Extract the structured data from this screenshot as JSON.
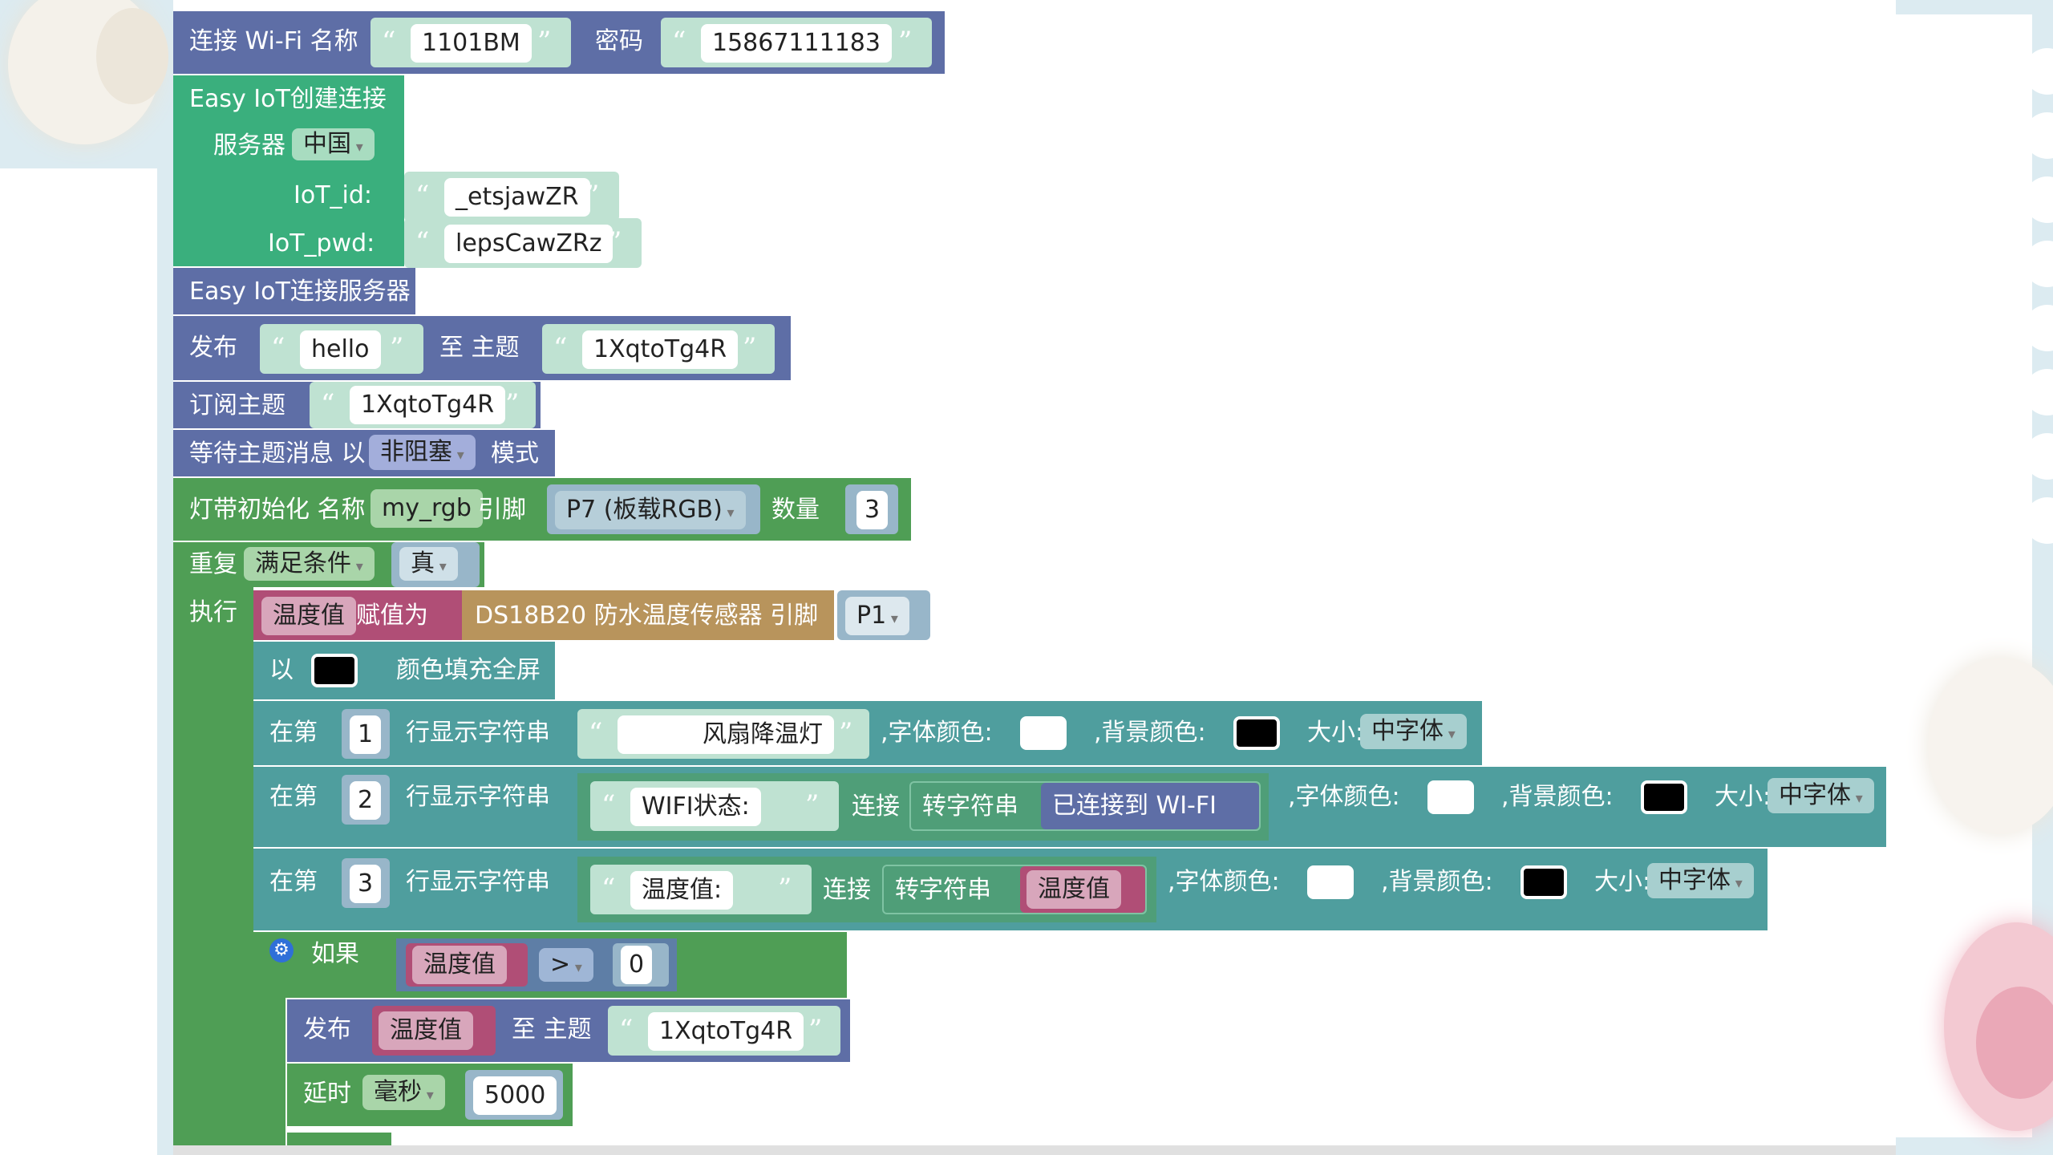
{
  "blocks": {
    "wifi": {
      "label": "连接 Wi-Fi 名称",
      "ssid": "1101BM",
      "pwd_label": "密码",
      "pwd": "15867111183"
    },
    "iot_create": {
      "title": "Easy IoT创建连接",
      "server_label": "服务器",
      "server": "中国",
      "id_label": "IoT_id:",
      "id": "_etsjawZR",
      "pwd_label": "IoT_pwd:",
      "pwd": "lepsCawZRz"
    },
    "iot_connect": {
      "label": "Easy IoT连接服务器"
    },
    "publish1": {
      "label": "发布",
      "msg": "hello",
      "topic_label": "至 主题",
      "topic": "1XqtoTg4R"
    },
    "subscribe": {
      "label": "订阅主题",
      "topic": "1XqtoTg4R"
    },
    "wait": {
      "label": "等待主题消息 以",
      "mode": "非阻塞",
      "suffix": "模式"
    },
    "led_init": {
      "label": "灯带初始化 名称",
      "name": "my_rgb",
      "pin_label": "引脚",
      "pin": "P7 (板载RGB)",
      "count_label": "数量",
      "count": "3"
    },
    "repeat": {
      "label": "重复",
      "cond": "满足条件",
      "value": "真",
      "do_label": "执行"
    },
    "assign": {
      "var": "温度值",
      "label": "赋值为",
      "sensor": "DS18B20 防水温度传感器 引脚",
      "pin": "P1"
    },
    "fill": {
      "label": "以",
      "suffix": "颜色填充全屏"
    },
    "line1": {
      "pre": "在第",
      "num": "1",
      "mid": "行显示字符串",
      "text": "风扇降温灯",
      "font": ",字体颜色:",
      "bg": ",背景颜色:",
      "size_label": "大小:",
      "size": "中字体"
    },
    "line2": {
      "pre": "在第",
      "num": "2",
      "mid": "行显示字符串",
      "text": "WIFI状态:",
      "join": "连接",
      "conv": "转字符串",
      "status": "已连接到 WI-FI",
      "font": ",字体颜色:",
      "bg": ",背景颜色:",
      "size_label": "大小:",
      "size": "中字体"
    },
    "line3": {
      "pre": "在第",
      "num": "3",
      "mid": "行显示字符串",
      "text": "温度值:",
      "join": "连接",
      "conv": "转字符串",
      "var": "温度值",
      "font": ",字体颜色:",
      "bg": ",背景颜色:",
      "size_label": "大小:",
      "size": "中字体"
    },
    "if": {
      "label": "如果",
      "var": "温度值",
      "op": ">",
      "value": "0"
    },
    "publish2": {
      "label": "发布",
      "var": "温度值",
      "topic_label": "至 主题",
      "topic": "1XqtoTg4R"
    },
    "delay": {
      "label": "延时",
      "unit": "毫秒",
      "value": "5000"
    }
  },
  "colors": {
    "white": "#ffffff",
    "black": "#000000"
  }
}
